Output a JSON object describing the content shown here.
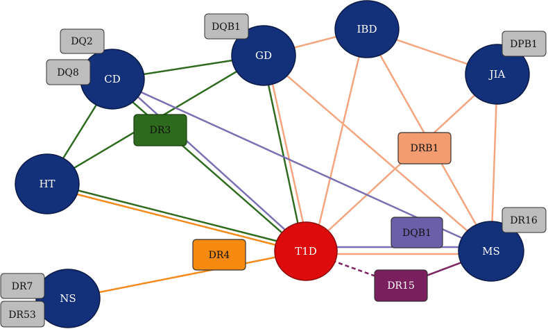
{
  "colors": {
    "disease_fill": "#13307a",
    "disease_stroke": "#0a1a45",
    "t1d_fill": "#dd0b0b",
    "t1d_stroke": "#8a0a0a",
    "gray_box": "#bdbdbd",
    "green": "#2f6b1f",
    "dr3_fill": "#2d6a1e",
    "purple": "#7b6fb3",
    "dqb1_fill": "#6a5fa8",
    "salmon": "#f4a57e",
    "drb1_fill": "#f29c70",
    "orange": "#f58a1a",
    "dr4_fill": "#f58a0f",
    "maroon": "#7d2462",
    "dr15_fill": "#7a1f5e"
  },
  "diseases": [
    {
      "id": "CD",
      "label": "CD"
    },
    {
      "id": "GD",
      "label": "GD"
    },
    {
      "id": "IBD",
      "label": "IBD"
    },
    {
      "id": "JIA",
      "label": "JIA"
    },
    {
      "id": "HT",
      "label": "HT"
    },
    {
      "id": "T1D",
      "label": "T1D"
    },
    {
      "id": "MS",
      "label": "MS"
    },
    {
      "id": "NS",
      "label": "NS"
    }
  ],
  "alleles": [
    {
      "id": "DQ2",
      "label": "DQ2"
    },
    {
      "id": "DQ8",
      "label": "DQ8"
    },
    {
      "id": "DQB1_gd",
      "label": "DQB1"
    },
    {
      "id": "DPB1",
      "label": "DPB1"
    },
    {
      "id": "DR16",
      "label": "DR16"
    },
    {
      "id": "DR7",
      "label": "DR7"
    },
    {
      "id": "DR53",
      "label": "DR53"
    },
    {
      "id": "DR3",
      "label": "DR3"
    },
    {
      "id": "DRB1",
      "label": "DRB1"
    },
    {
      "id": "DR4",
      "label": "DR4"
    },
    {
      "id": "DQB1_ms",
      "label": "DQB1"
    },
    {
      "id": "DR15",
      "label": "DR15"
    }
  ]
}
